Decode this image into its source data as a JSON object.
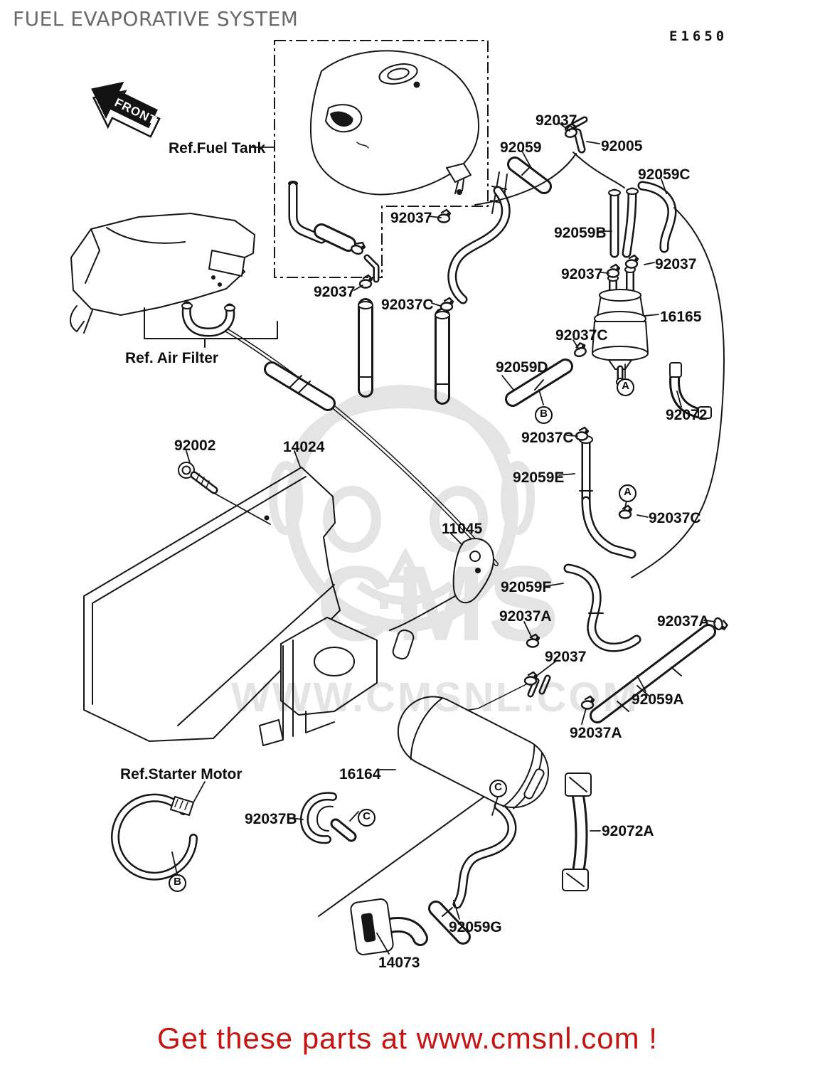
{
  "header": {
    "title": "FUEL EVAPORATIVE SYSTEM",
    "diagram_code": "E1650"
  },
  "front_marker": {
    "label": "FRONT"
  },
  "reference_labels": [
    {
      "text": "Ref.Fuel Tank"
    },
    {
      "text": "Ref. Air Filter"
    },
    {
      "text": "Ref.Starter Motor"
    }
  ],
  "part_labels": [
    {
      "text": "92037"
    },
    {
      "text": "92059"
    },
    {
      "text": "92005"
    },
    {
      "text": "92059C"
    },
    {
      "text": "92059B"
    },
    {
      "text": "92037"
    },
    {
      "text": "92037"
    },
    {
      "text": "16165"
    },
    {
      "text": "92037"
    },
    {
      "text": "92037"
    },
    {
      "text": "92037C"
    },
    {
      "text": "92037C"
    },
    {
      "text": "92059D"
    },
    {
      "text": "92072"
    },
    {
      "text": "92037C"
    },
    {
      "text": "92059E"
    },
    {
      "text": "92037C"
    },
    {
      "text": "92002"
    },
    {
      "text": "14024"
    },
    {
      "text": "11045"
    },
    {
      "text": "92059F"
    },
    {
      "text": "92037A"
    },
    {
      "text": "92037A"
    },
    {
      "text": "92037"
    },
    {
      "text": "92059A"
    },
    {
      "text": "92037A"
    },
    {
      "text": "16164"
    },
    {
      "text": "92037B"
    },
    {
      "text": "92072A"
    },
    {
      "text": "92059G"
    },
    {
      "text": "14073"
    }
  ],
  "callouts": [
    {
      "letter": "A"
    },
    {
      "letter": "B"
    },
    {
      "letter": "A"
    },
    {
      "letter": "C"
    },
    {
      "letter": "C"
    },
    {
      "letter": "B"
    }
  ],
  "watermark": {
    "line1": "CMS",
    "line2": "WWW.CMSNL.COM"
  },
  "footer": {
    "text": "Get these parts at www.cmsnl.com !"
  },
  "colors": {
    "line": "#161616",
    "title_gray": "#6a6a6c",
    "footer_red": "#c41414",
    "watermark_gray": "#c9c9c9"
  }
}
